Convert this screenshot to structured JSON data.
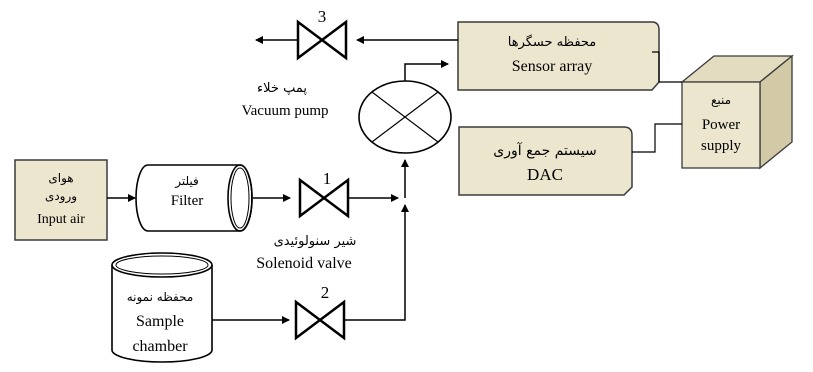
{
  "input_air": {
    "fa_line1": "هوای",
    "fa_line2": "ورودی",
    "en": "Input air"
  },
  "filter": {
    "fa": "فیلتر",
    "en": "Filter"
  },
  "valve1": {
    "num": "1"
  },
  "valve2": {
    "num": "2"
  },
  "valve3": {
    "num": "3"
  },
  "solenoid_valve": {
    "fa": "شیر سنولوئیدی",
    "en": "Solenoid valve"
  },
  "vacuum_pump": {
    "fa": "پمپ خلاء",
    "en": "Vacuum pump"
  },
  "sensor_array": {
    "fa": "محفظه حسگرها",
    "en": "Sensor array"
  },
  "power_supply": {
    "fa": "منبع",
    "en_line1": "Power",
    "en_line2": "supply"
  },
  "dac": {
    "fa": "سیستم جمع آوری",
    "en": "DAC"
  },
  "sample_chamber": {
    "fa": "محفظه نمونه",
    "en_line1": "Sample",
    "en_line2": "chamber"
  },
  "colors": {
    "box_fill": "#ece6cf",
    "box_border": "#3a3a3a",
    "line": "#000000"
  }
}
